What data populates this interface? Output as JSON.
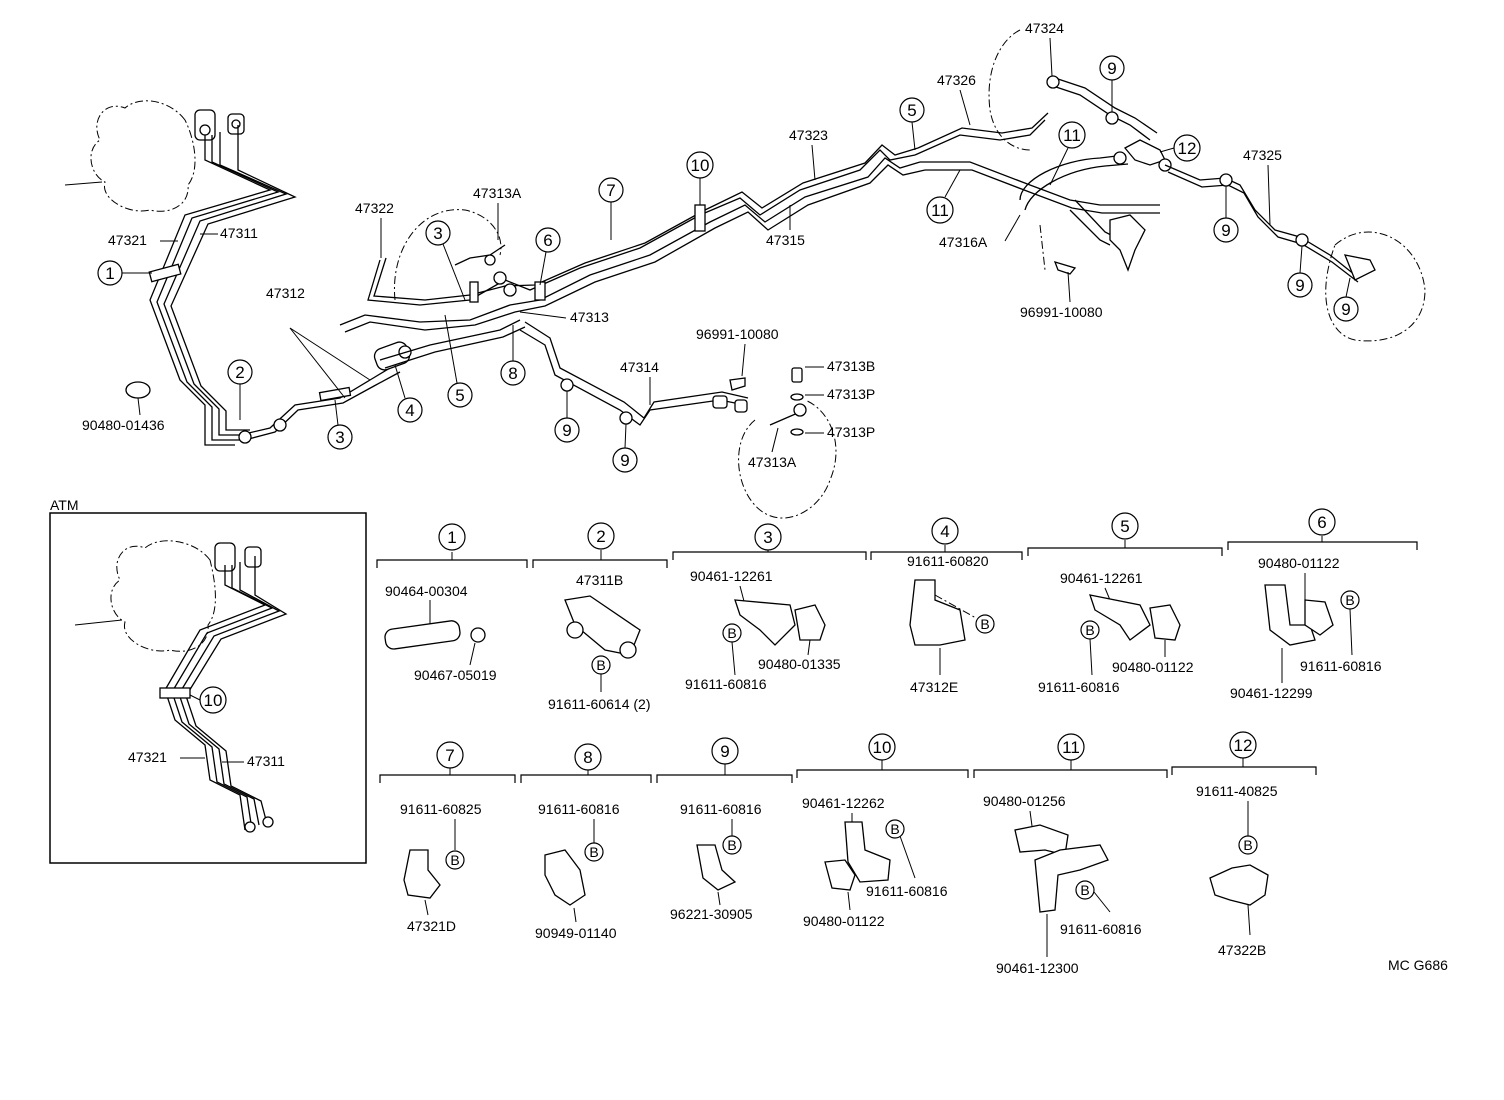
{
  "callout_numbers": [
    "1",
    "2",
    "3",
    "4",
    "5",
    "6",
    "7",
    "8",
    "9",
    "10",
    "11",
    "12"
  ],
  "bolt_symbol": "B",
  "main_labels": {
    "l47321": "47321",
    "l47311": "47311",
    "l47312": "47312",
    "l90480_01436": "90480-01436",
    "l47322": "47322",
    "l47313A_top": "47313A",
    "l47313": "47313",
    "l47323": "47323",
    "l47315": "47315",
    "l47314": "47314",
    "l96991_mid": "96991-10080",
    "l47313B": "47313B",
    "l47313P_a": "47313P",
    "l47313P_b": "47313P",
    "l47313A_bot": "47313A",
    "l47324": "47324",
    "l47326": "47326",
    "l47325": "47325",
    "l47316A": "47316A",
    "l96991_right": "96991-10080"
  },
  "atm": {
    "title": "ATM",
    "l47321": "47321",
    "l47311": "47311"
  },
  "groups": {
    "g1": [
      "90464-00304",
      "90467-05019"
    ],
    "g2": [
      "47311B",
      "91611-60614 (2)"
    ],
    "g3": [
      "90461-12261",
      "90480-01335",
      "91611-60816"
    ],
    "g4": [
      "91611-60820",
      "47312E"
    ],
    "g5": [
      "90461-12261",
      "90480-01122",
      "91611-60816"
    ],
    "g6": [
      "90480-01122",
      "91611-60816",
      "90461-12299"
    ],
    "g7": [
      "91611-60825",
      "47321D"
    ],
    "g8": [
      "91611-60816",
      "90949-01140"
    ],
    "g9": [
      "91611-60816",
      "96221-30905"
    ],
    "g10": [
      "90461-12262",
      "91611-60816",
      "90480-01122"
    ],
    "g11": [
      "90480-01256",
      "91611-60816",
      "90461-12300"
    ],
    "g12": [
      "91611-40825",
      "47322B"
    ]
  },
  "diagram_code": "MC G686"
}
